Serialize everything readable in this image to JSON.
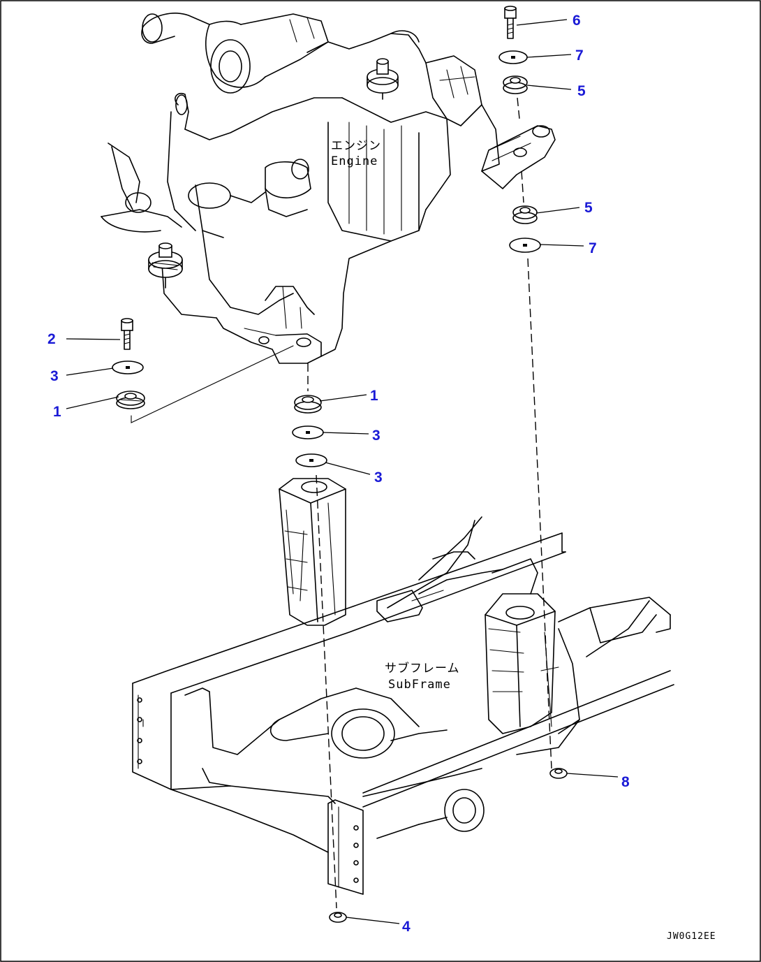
{
  "labels": {
    "engine_jp": "エンジン",
    "engine_en": "Engine",
    "subframe_jp": "サブフレーム",
    "subframe_en": "SubFrame",
    "drawing_ref": "JW0G12EE"
  },
  "callouts": [
    {
      "id": "c6",
      "text": "6"
    },
    {
      "id": "c7a",
      "text": "7"
    },
    {
      "id": "c5a",
      "text": "5"
    },
    {
      "id": "c5b",
      "text": "5"
    },
    {
      "id": "c7b",
      "text": "7"
    },
    {
      "id": "c2",
      "text": "2"
    },
    {
      "id": "c3a",
      "text": "3"
    },
    {
      "id": "c1a",
      "text": "1"
    },
    {
      "id": "c1b",
      "text": "1"
    },
    {
      "id": "c3b",
      "text": "3"
    },
    {
      "id": "c3c",
      "text": "3"
    },
    {
      "id": "c8",
      "text": "8"
    },
    {
      "id": "c4",
      "text": "4"
    }
  ],
  "colors": {
    "callout": "#1a1ad6",
    "line": "#000000",
    "background": "#ffffff"
  }
}
